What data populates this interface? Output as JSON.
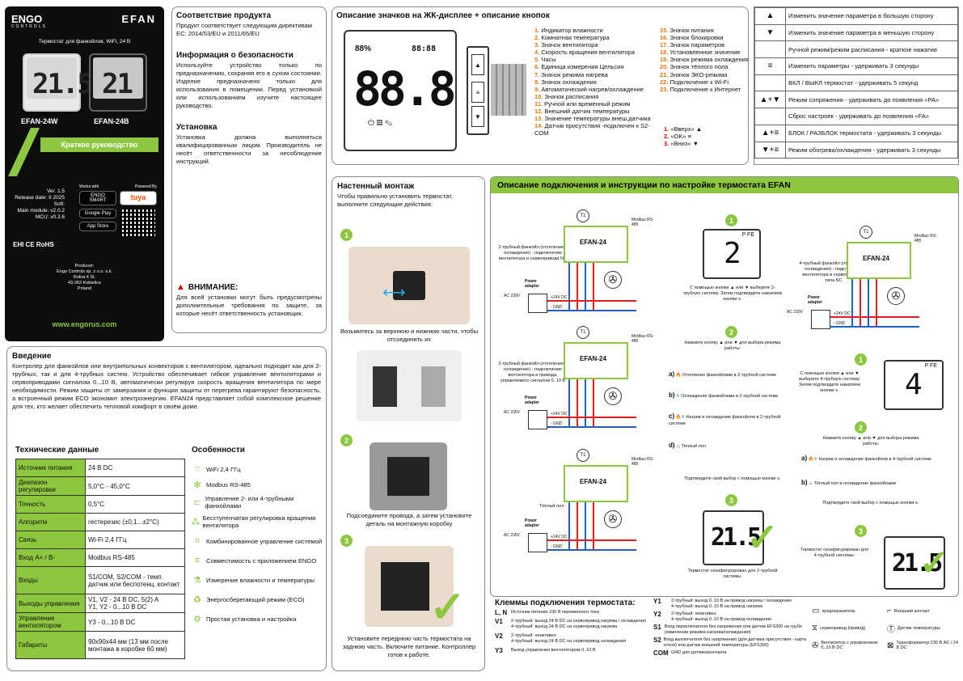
{
  "cover": {
    "brand_left": "ENGO",
    "brand_sub": "CONTROLS",
    "brand_right": "EFAN",
    "subtitle": "Термостат для фанкойлов, WiFi, 24 В",
    "lcd_left": "21.5",
    "lcd_right": "21",
    "model_w": "EFAN-24W",
    "model_b": "EFAN-24B",
    "banner": "Краткое руководство",
    "version": "Ver. 1.5\nRelease date: II 2025\nSoft:\nMain module: v2.0.2\nMCU: v0.2.6",
    "works_with": "Works with",
    "powered_by": "Powered By",
    "engo_app": "ENGO SMART",
    "tuya": "tuya",
    "google": "Google Play",
    "apple": "App Store",
    "producer": "Producer:\nEngo Controls sp. z o.o. s.k.\nRolna 4 St.\n43-262 Kobielice\nPoland",
    "website": "www.engorus.com",
    "marks": "EHI CE RoHS"
  },
  "conformity": {
    "title": "Соответствие продукта",
    "text": "Продукт соответствует следующим директивам ЕС: 2014/53/EU и 2011/65/EU"
  },
  "safety": {
    "title": "Информация о безопасности",
    "text": "Используйте устройство только по предназначению, сохраняя его в сухом состоянии. Изделие предназначено только для использования в помещении. Перед установкой или использованием изучите настоящее руководство."
  },
  "install": {
    "title": "Установка",
    "text": "Установка должна выполняться квалифицированным лицом. Производитель не несёт ответственности за несоблюдение инструкций."
  },
  "warning": {
    "title": "ВНИМАНИЕ:",
    "text": "Для всей установки могут быть предусмотрены дополнительные требования по защите, за которые несёт ответственность установщик."
  },
  "icons": {
    "title": "Описание значков на ЖК-дисплее + описание кнопок",
    "list_left": [
      "Индикатор влажности",
      "Комнатная температура",
      "Значок вентилятора",
      "Скорость вращения вентилятора",
      "Часы",
      "Единица измерения Цельсия",
      "Значок режима нагрева",
      "Значок охлаждения",
      "Автоматический нагрев/охлаждение",
      "Значок расписания",
      "Ручной или временный режим",
      "Внешний датчик температуры",
      "Значение температуры внеш.датчика",
      "Датчик присутствия -подключен к S2-COM"
    ],
    "list_right": [
      "Значок питания",
      "Значок блокировки",
      "Значок параметров",
      "Установленное значение",
      "Значок режима охлаждения",
      "Значок тёплого пола",
      "Значок ЭКО-режима",
      "Подключение к Wi-Fi",
      "Подключение к Интернет"
    ],
    "buttons": [
      "«Вверх»",
      "«OK»",
      "«Вниз»"
    ]
  },
  "button_table": [
    [
      "▲",
      "Изменить значение параметра в большую сторону"
    ],
    [
      "▼",
      "Изменить значение параметра в меньшую сторону"
    ],
    [
      "",
      "Ручной режим/режим расписания - краткое нажатие"
    ],
    [
      "≡",
      "Изменить параметры - удерживать 3 секунды"
    ],
    [
      "",
      "ВКЛ / ВЫКЛ термостат - удерживать 5 секунд"
    ],
    [
      "▲+▼",
      "Режим сопряжения - удерживать до появления «PA»"
    ],
    [
      "",
      "Сброс настроек - удерживать до появления «FA»"
    ],
    [
      "▲+≡",
      "БЛОК / РАЗБЛОК термостата - удерживать 3 секунды"
    ],
    [
      "▼+≡",
      "Режим обогрева/охлаждения - удерживать 3 секунды"
    ]
  ],
  "mount": {
    "title": "Настенный монтаж",
    "intro": "Чтобы правильно установить термостат, выполните следующие действия:",
    "step1": "Возьмитесь за верхнюю и нижнюю части, чтобы отсоединить их",
    "step2": "Подсоедините провода, а затем установите деталь на монтажную коробку",
    "step3": "Установите переднюю часть термостата на заднюю часть. Включите питание. Контроллер готов к работе."
  },
  "intro": {
    "title": "Введение",
    "text": "Контролер для фанкойлов или внутрипольных конвекторов с вентилятором, идеально подходит как для 2-трубных, так и для 4-трубных систем. Устройство обеспечивает гибкое управление вентиляторами и сервоприводами сигналом 0...10 В, автоматически регулируя скорость вращения вентилятора по мере необходимости. Режим защиты от замерзания и функции защиты от перегрева гарантируют безопасность, а встроенный режим ECO экономит электроэнергию. EFAN24 представляет собой комплексное решение для тех, кто желает обеспечить тепловой комфорт в своём доме."
  },
  "tech": {
    "title": "Технические данные",
    "rows": [
      [
        "Источник питания",
        "24 В DC"
      ],
      [
        "Диапазон регулировки",
        "5,0°C - 45,0°C"
      ],
      [
        "Точность",
        "0,5°C"
      ],
      [
        "Алгоритм",
        "гестерезис (±0,1...±2°C)"
      ],
      [
        "Связь",
        "Wi-Fi 2,4 ГГц"
      ],
      [
        "Вход A+ / B-",
        "Modbus RS-485"
      ],
      [
        "Входы",
        "S1/COM, S2/COM - темп. датчик или беспотенц. контакт"
      ],
      [
        "Выходы управления",
        "V1, V2 - 24 В DC, 5(2) A\nY1, Y2 - 0...10 В DC"
      ],
      [
        "Управление вентилятором",
        "Y3 - 0...10 В DC"
      ],
      [
        "Габариты",
        "90x90x44 мм (13 мм после монтажа в коробке 60 мм)"
      ]
    ]
  },
  "features": {
    "title": "Особенности",
    "items": [
      "WiFi 2,4 ГГц",
      "Modbus RS-485",
      "Управление 2- или 4-трубными фанкойлами",
      "Бесступенчатая регулировка вращения вентилятора",
      "Комбинированное управление системой",
      "Совместимость с приложением ENGO",
      "Измерение влажности и температуры",
      "Энергосберегающий режим (ECO)",
      "Простая установка и настройка"
    ]
  },
  "wiring": {
    "title": "Описание подключения и инструкции по настройке термостата EFAN",
    "diag1": "2-трубный фанкойл (отопление и охлаждение) - подключение вентилятора и сервопривода NC",
    "diag2": "2-трубный фанкойл (отопление и охлаждение) - подключение вентилятора и привода, управляемого сигналом 0..10 В",
    "diag3": "Тёплый пол",
    "diag4": "4-трубный фанкойл (отопление и охлаждение) - подключение вентилятора и сервоприводов типа NC",
    "device": "EFAN-24",
    "modbus": "Modbus RS-485",
    "power": "Power adapter",
    "ac": "AC 230V",
    "dc": "+24V DC",
    "gnd": "- GND",
    "step1_2": "С помощью кнопки ▲ или ▼ выберите 2-трубную систему. Затем подтвердите нажатием кнопки ≡.",
    "step2_2": "Нажмите кнопку ▲ или ▼ для выбора режима работы:",
    "mode_a": "Отопление фанкойлами в 2-трубной системе",
    "mode_b": "Охлаждение фанкойлами в 2-трубной системе",
    "mode_c": "Нагрев и охлаждение фанкойлов в 2-трубной системе",
    "mode_d": "Тёплый пол",
    "confirm": "Подтвердите свой выбор с помощью кнопки ≡.",
    "done_2": "Термостат сконфигурирован для 2-трубной системы.",
    "step1_4": "С помощью кнопки ▲ или ▼ выберите 4-трубную систему. Затем подтвердите нажатием кнопки ≡.",
    "step2_4": "Нажмите кнопку ▲ или ▼ для выбора режима работы:",
    "mode4_a": "Нагрев и охлаждение фанкойлов в 4-трубной системе",
    "mode4_b": "Тёплый пол и охлаждение фанкойлами",
    "done_4": "Термостат сконфигурирован для 4-трубной системы.",
    "lcd_p2": "2",
    "lcd_p4": "4",
    "lcd_done": "21.5",
    "lcd_pfe": "P FE"
  },
  "terminals": {
    "title": "Клеммы подключения термостата:",
    "rows": [
      [
        "L, N",
        "Источник питания 230 В переменного тока"
      ],
      [
        "V1",
        "2-трубный: выход 24 В DC на сервопривод нагрева / охлаждения\n4-трубный: выход 24 В DC на сервопривод нагрева"
      ],
      [
        "V2",
        "2-трубный: неактивен\n4-трубный: выход 24 В DC на сервопривод охлаждения"
      ],
      [
        "Y3",
        "Выход управления вентилятором 0..10 В"
      ]
    ],
    "rows2": [
      [
        "Y1",
        "2-трубный: выход 0..10 В на привод нагрева / охлаждения\n4-трубный: выход 0..10 В на привод нагрева"
      ],
      [
        "Y2",
        "2-трубный: неактивен\n4-трубный: выход 0..10 В на привод охлаждения"
      ],
      [
        "S1",
        "Вход переключателя без напряжения или датчик EFS300 на трубе (изменение режима нагрева/охлаждения)"
      ],
      [
        "S2",
        "Вход выключателя без напряжения (для датчика присутствия - карта отеля) или датчик внешней температуры (EFS300)"
      ],
      [
        "COM",
        "GND для датчика/контакта"
      ]
    ],
    "legend": [
      "предохранитель",
      "Внешний контакт",
      "сервопривод (привод)",
      "Датчик температуры",
      "Вентилятор с управлением 0..10 В DC",
      "Трансформатор 230 В AC / 24 В DC"
    ]
  }
}
